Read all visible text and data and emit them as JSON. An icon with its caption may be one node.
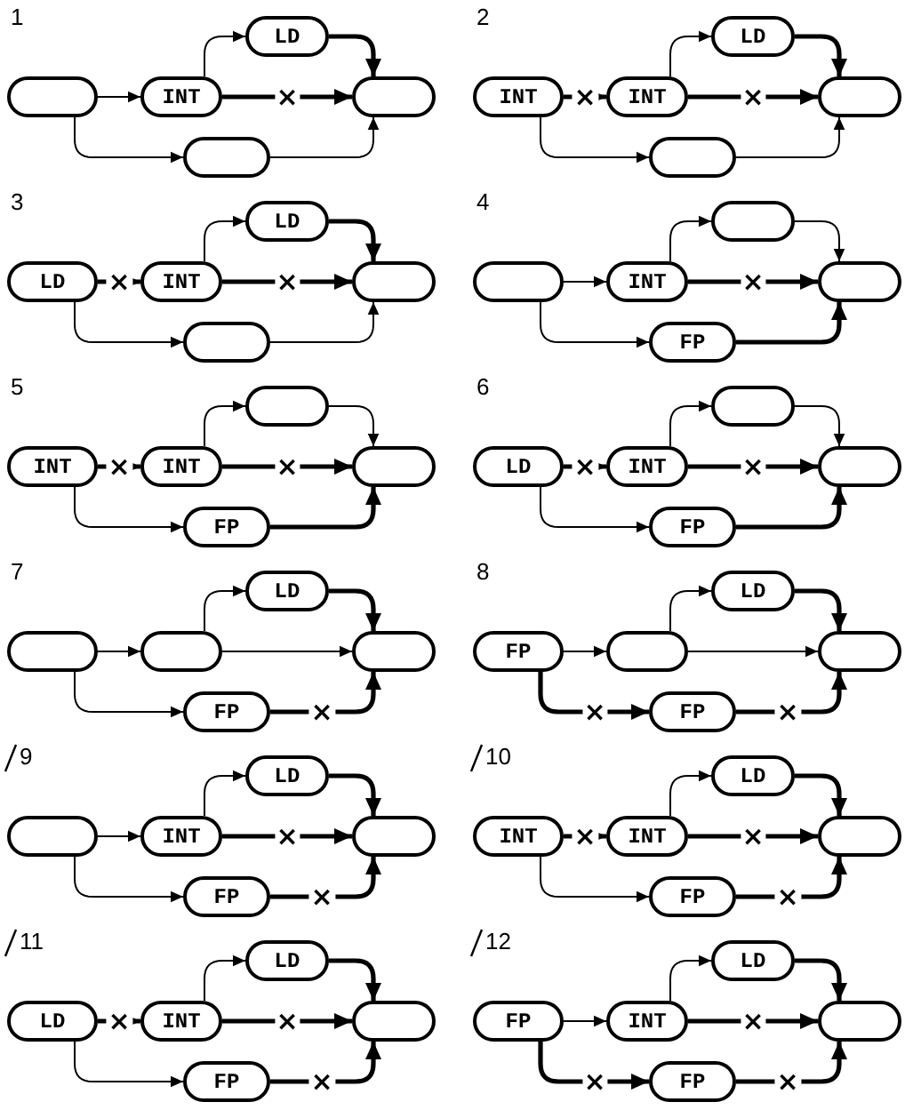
{
  "diagram": {
    "nodes": [
      {
        "text": [
          "LD"
        ]
      },
      {
        "text": [],
        "shape": "box"
      },
      {
        "text": [
          "INT"
        ]
      },
      {
        "text": [],
        "shape": "box"
      },
      {
        "text": [],
        "shape": "box"
      },
      {
        "text": [
          "LD"
        ]
      },
      {
        "text": [
          "INT"
        ]
      },
      {
        "text": [
          "INT"
        ]
      },
      {
        "text": [],
        "shape": "box"
      },
      {
        "text": [],
        "shape": "box"
      },
      {
        "text": [
          "LD"
        ]
      },
      {
        "text": [
          "LD"
        ]
      },
      {
        "text": [
          "INT"
        ]
      },
      {
        "text": [],
        "shape": "box"
      },
      {
        "text": [],
        "shape": "box"
      },
      {
        "text": [],
        "shape": "box"
      },
      {
        "text": [],
        "shape": "box"
      },
      {
        "text": [
          "INT"
        ]
      },
      {
        "text": [],
        "shape": "box"
      },
      {
        "text": [
          "FP"
        ]
      },
      {
        "text": [],
        "shape": "box"
      },
      {
        "text": [
          "INT"
        ]
      },
      {
        "text": [
          "INT"
        ]
      },
      {
        "text": [],
        "shape": "box"
      },
      {
        "text": [
          "FP"
        ]
      },
      {
        "text": [],
        "shape": "box"
      },
      {
        "text": [
          "LD"
        ]
      },
      {
        "text": [
          "INT"
        ]
      },
      {
        "text": [],
        "shape": "box"
      },
      {
        "text": [
          "FP"
        ]
      },
      {
        "text": [
          "LD"
        ]
      },
      {
        "text": [],
        "shape": "box"
      },
      {
        "text": [],
        "shape": "box"
      },
      {
        "text": [],
        "shape": "box"
      },
      {
        "text": [
          "FP"
        ]
      },
      {
        "text": [
          "LD"
        ]
      },
      {
        "text": [
          "FP"
        ]
      },
      {
        "text": [],
        "shape": "box"
      },
      {
        "text": [],
        "shape": "box"
      },
      {
        "text": [
          "FP"
        ]
      },
      {
        "text": [
          "LD"
        ]
      },
      {
        "text": [],
        "shape": "box"
      },
      {
        "text": [
          "INT"
        ]
      },
      {
        "text": [],
        "shape": "box"
      },
      {
        "text": [
          "FP"
        ]
      },
      {
        "text": [
          "LD"
        ]
      },
      {
        "text": [
          "INT"
        ]
      },
      {
        "text": [
          "INT"
        ]
      },
      {
        "text": [],
        "shape": "box"
      },
      {
        "text": [
          "FP"
        ]
      },
      {
        "text": [
          "LD"
        ]
      },
      {
        "text": [
          "LD"
        ]
      },
      {
        "text": [
          "INT"
        ]
      },
      {
        "text": [],
        "shape": "box"
      },
      {
        "text": [
          "FP"
        ]
      },
      {
        "text": [
          "LD"
        ]
      },
      {
        "text": [
          "FP"
        ]
      },
      {
        "text": [
          "INT"
        ]
      },
      {
        "text": [],
        "shape": "box"
      },
      {
        "text": [
          "FP"
        ]
      }
    ],
    "edges": [
      {
        "from": 1,
        "to": 2,
        "arrow": "to"
      },
      {
        "from": 2,
        "to": 0,
        "arrow": "to"
      },
      {
        "from": 0,
        "to": 3,
        "arrow": "to",
        "style": "thick"
      },
      {
        "from": 2,
        "to": 3,
        "arrow": "to",
        "style": "thick",
        "label": "×"
      },
      {
        "from": 1,
        "to": 4,
        "arrow": "to"
      },
      {
        "from": 4,
        "to": 3,
        "arrow": "to"
      },
      {
        "from": 6,
        "to": 7,
        "arrow": "to",
        "style": "thick",
        "label": "×"
      },
      {
        "from": 7,
        "to": 5,
        "arrow": "to"
      },
      {
        "from": 5,
        "to": 8,
        "arrow": "to",
        "style": "thick"
      },
      {
        "from": 7,
        "to": 8,
        "arrow": "to",
        "style": "thick",
        "label": "×"
      },
      {
        "from": 6,
        "to": 9,
        "arrow": "to"
      },
      {
        "from": 9,
        "to": 8,
        "arrow": "to"
      },
      {
        "from": 11,
        "to": 12,
        "arrow": "to",
        "style": "thick",
        "label": "×"
      },
      {
        "from": 12,
        "to": 10,
        "arrow": "to"
      },
      {
        "from": 10,
        "to": 13,
        "arrow": "to",
        "style": "thick"
      },
      {
        "from": 12,
        "to": 13,
        "arrow": "to",
        "style": "thick",
        "label": "×"
      },
      {
        "from": 11,
        "to": 14,
        "arrow": "to"
      },
      {
        "from": 14,
        "to": 13,
        "arrow": "to"
      },
      {
        "from": 16,
        "to": 17,
        "arrow": "to"
      },
      {
        "from": 17,
        "to": 15,
        "arrow": "to"
      },
      {
        "from": 15,
        "to": 18,
        "arrow": "to"
      },
      {
        "from": 17,
        "to": 18,
        "arrow": "to",
        "style": "thick",
        "label": "×"
      },
      {
        "from": 16,
        "to": 19,
        "arrow": "to"
      },
      {
        "from": 19,
        "to": 18,
        "arrow": "to",
        "style": "thick"
      },
      {
        "from": 21,
        "to": 22,
        "arrow": "to",
        "style": "thick",
        "label": "×"
      },
      {
        "from": 22,
        "to": 20,
        "arrow": "to"
      },
      {
        "from": 20,
        "to": 23,
        "arrow": "to"
      },
      {
        "from": 22,
        "to": 23,
        "arrow": "to",
        "style": "thick",
        "label": "×"
      },
      {
        "from": 21,
        "to": 24,
        "arrow": "to"
      },
      {
        "from": 24,
        "to": 23,
        "arrow": "to",
        "style": "thick"
      },
      {
        "from": 26,
        "to": 27,
        "arrow": "to",
        "style": "thick",
        "label": "×"
      },
      {
        "from": 27,
        "to": 25,
        "arrow": "to"
      },
      {
        "from": 25,
        "to": 28,
        "arrow": "to"
      },
      {
        "from": 27,
        "to": 28,
        "arrow": "to",
        "style": "thick",
        "label": "×"
      },
      {
        "from": 26,
        "to": 29,
        "arrow": "to"
      },
      {
        "from": 29,
        "to": 28,
        "arrow": "to",
        "style": "thick"
      },
      {
        "from": 31,
        "to": 32,
        "arrow": "to"
      },
      {
        "from": 32,
        "to": 30,
        "arrow": "to"
      },
      {
        "from": 30,
        "to": 33,
        "arrow": "to",
        "style": "thick"
      },
      {
        "from": 32,
        "to": 33,
        "arrow": "to"
      },
      {
        "from": 31,
        "to": 34,
        "arrow": "to"
      },
      {
        "from": 34,
        "to": 33,
        "arrow": "to",
        "style": "thick",
        "label": "×"
      },
      {
        "from": 36,
        "to": 37,
        "arrow": "to"
      },
      {
        "from": 37,
        "to": 35,
        "arrow": "to"
      },
      {
        "from": 35,
        "to": 38,
        "arrow": "to",
        "style": "thick"
      },
      {
        "from": 37,
        "to": 38,
        "arrow": "to"
      },
      {
        "from": 36,
        "to": 39,
        "arrow": "to",
        "style": "thick",
        "label": "×"
      },
      {
        "from": 39,
        "to": 38,
        "arrow": "to",
        "style": "thick",
        "label": "×"
      },
      {
        "from": 41,
        "to": 42,
        "arrow": "to"
      },
      {
        "from": 42,
        "to": 40,
        "arrow": "to"
      },
      {
        "from": 40,
        "to": 43,
        "arrow": "to",
        "style": "thick"
      },
      {
        "from": 42,
        "to": 43,
        "arrow": "to",
        "style": "thick",
        "label": "×"
      },
      {
        "from": 41,
        "to": 44,
        "arrow": "to"
      },
      {
        "from": 44,
        "to": 43,
        "arrow": "to",
        "style": "thick",
        "label": "×"
      },
      {
        "from": 46,
        "to": 47,
        "arrow": "to",
        "style": "thick",
        "label": "×"
      },
      {
        "from": 47,
        "to": 45,
        "arrow": "to"
      },
      {
        "from": 45,
        "to": 48,
        "arrow": "to",
        "style": "thick"
      },
      {
        "from": 47,
        "to": 48,
        "arrow": "to",
        "style": "thick",
        "label": "×"
      },
      {
        "from": 46,
        "to": 49,
        "arrow": "to"
      },
      {
        "from": 49,
        "to": 48,
        "arrow": "to",
        "style": "thick",
        "label": "×"
      },
      {
        "from": 51,
        "to": 52,
        "arrow": "to",
        "style": "thick",
        "label": "×"
      },
      {
        "from": 52,
        "to": 50,
        "arrow": "to"
      },
      {
        "from": 50,
        "to": 53,
        "arrow": "to",
        "style": "thick"
      },
      {
        "from": 52,
        "to": 53,
        "arrow": "to",
        "style": "thick",
        "label": "×"
      },
      {
        "from": 51,
        "to": 54,
        "arrow": "to"
      },
      {
        "from": 54,
        "to": 53,
        "arrow": "to",
        "style": "thick",
        "label": "×"
      },
      {
        "from": 56,
        "to": 57,
        "arrow": "to"
      },
      {
        "from": 57,
        "to": 55,
        "arrow": "to"
      },
      {
        "from": 55,
        "to": 58,
        "arrow": "to",
        "style": "thick"
      },
      {
        "from": 57,
        "to": 58,
        "arrow": "to",
        "style": "thick",
        "label": "×"
      },
      {
        "from": 56,
        "to": 59,
        "arrow": "to",
        "style": "thick",
        "label": "×"
      },
      {
        "from": 59,
        "to": 58,
        "arrow": "to",
        "style": "thick",
        "label": "×"
      }
    ],
    "labels": [
      "1",
      "2",
      "3",
      "4",
      "5",
      "6",
      "7",
      "8",
      "9",
      "10",
      "11",
      "12"
    ]
  }
}
